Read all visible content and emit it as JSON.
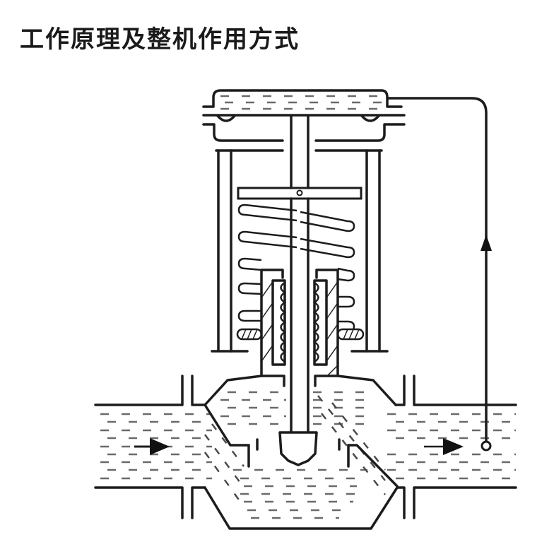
{
  "title": "工作原理及整机作用方式",
  "diagram": {
    "subject": "self-operated pressure regulating valve (spring-loaded, diaphragm actuator with bellows seal)",
    "components": [
      {
        "id": "diaphragm-chamber",
        "label": "diaphragm actuator chamber (filled with medium)"
      },
      {
        "id": "valve-stem",
        "label": "valve stem"
      },
      {
        "id": "yoke",
        "label": "support yoke / posts"
      },
      {
        "id": "spring-plate",
        "label": "spring seat plate"
      },
      {
        "id": "spring",
        "label": "compression spring",
        "coils": 6
      },
      {
        "id": "bellows",
        "label": "balancing bellows seal"
      },
      {
        "id": "valve-body",
        "label": "valve body"
      },
      {
        "id": "valve-plug",
        "label": "valve plug / disc"
      },
      {
        "id": "inlet-pipe",
        "label": "inlet pipe"
      },
      {
        "id": "outlet-pipe",
        "label": "outlet pipe"
      },
      {
        "id": "impulse-line",
        "label": "pressure sensing (feedback) line"
      }
    ],
    "flows": [
      {
        "id": "inlet-flow-arrow",
        "direction": "right"
      },
      {
        "id": "outlet-flow-arrow",
        "direction": "right"
      },
      {
        "id": "impulse-line-arrow",
        "direction": "up"
      }
    ],
    "colors": {
      "line": "#1c1c1c",
      "fluid_dash": "#6a6a6a",
      "background": "#ffffff"
    }
  }
}
